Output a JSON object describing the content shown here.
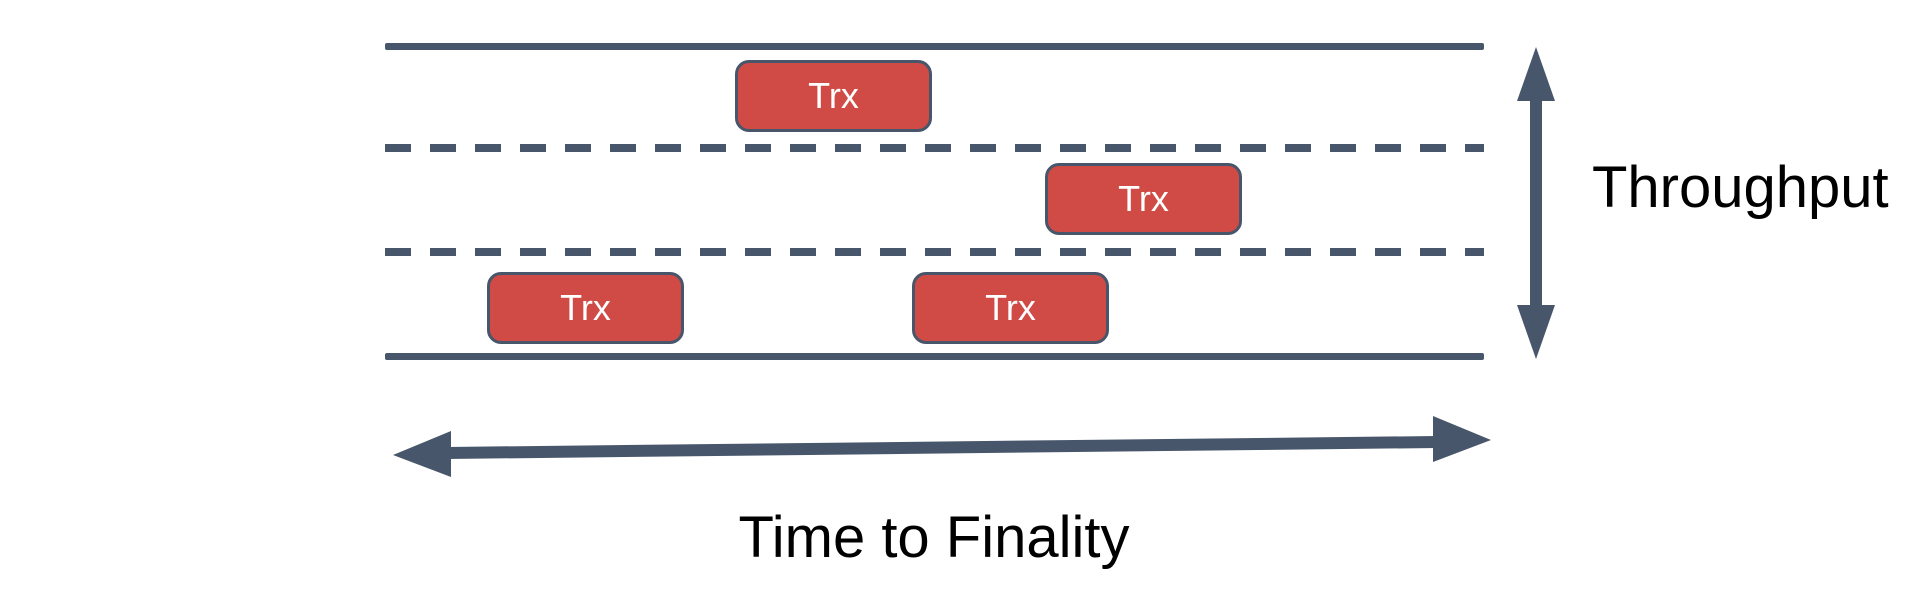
{
  "diagram": {
    "kind": "three-lane road metaphor",
    "y_axis_label": "Throughput",
    "x_axis_label": "Time to Finality",
    "lanes": [
      {
        "index": 1,
        "transactions": [
          {
            "label": "Trx"
          }
        ]
      },
      {
        "index": 2,
        "transactions": [
          {
            "label": "Trx"
          }
        ]
      },
      {
        "index": 3,
        "transactions": [
          {
            "label": "Trx"
          },
          {
            "label": "Trx"
          }
        ]
      }
    ],
    "transactions": [
      {
        "label": "Trx",
        "lane": 1
      },
      {
        "label": "Trx",
        "lane": 2
      },
      {
        "label": "Trx",
        "lane": 3
      },
      {
        "label": "Trx",
        "lane": 3
      }
    ],
    "colors": {
      "line": "#47566A",
      "box_fill": "#D04B46",
      "box_border": "#47566A",
      "box_text": "#FFFFFF",
      "label_text": "#000000",
      "bg": "#FFFFFF"
    }
  }
}
